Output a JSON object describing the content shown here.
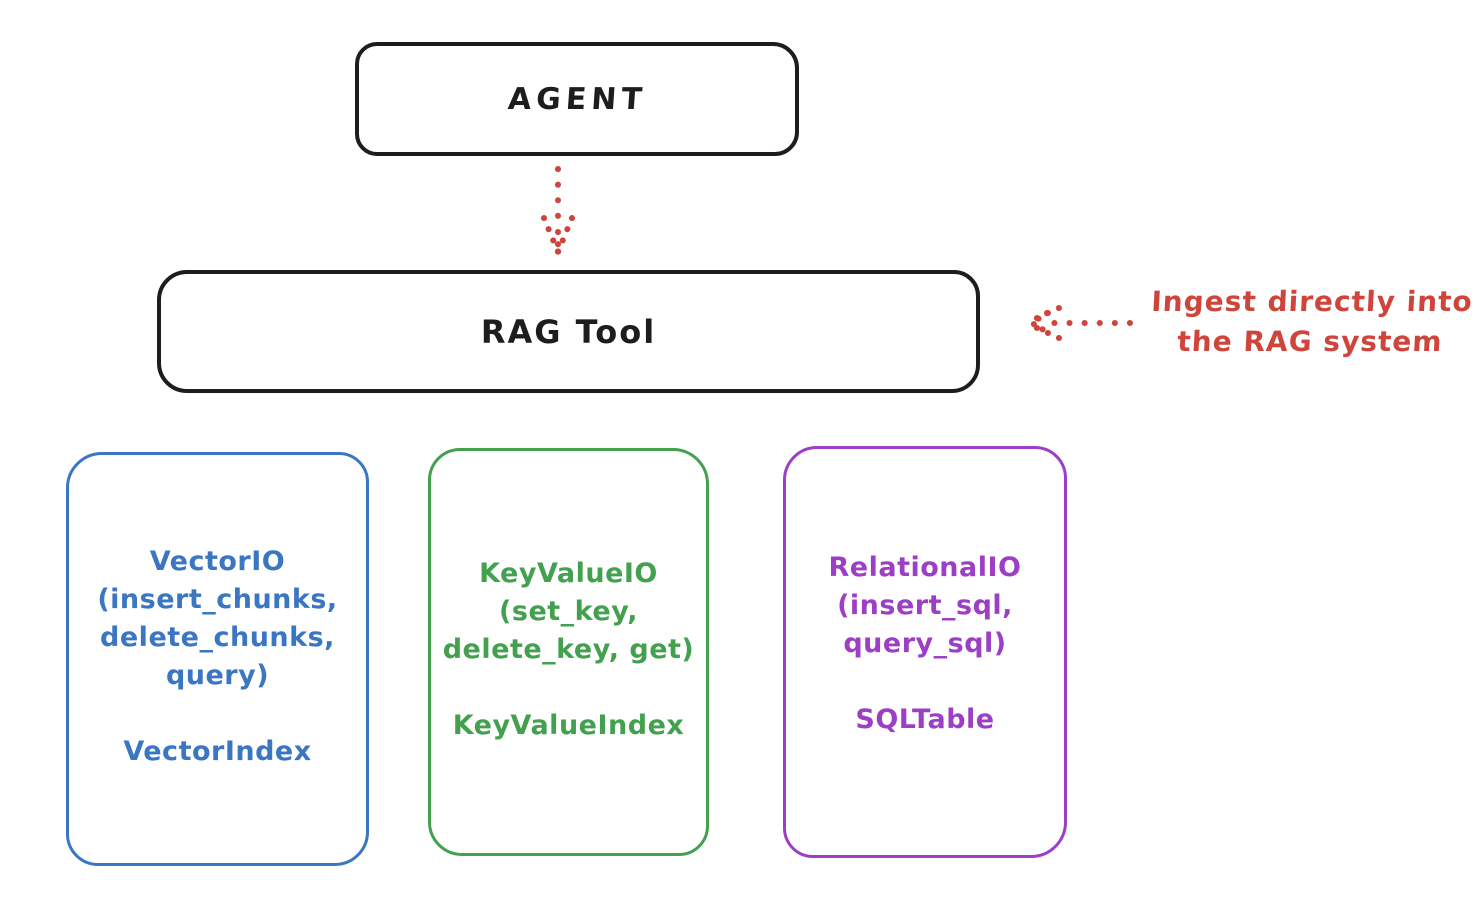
{
  "diagram": {
    "agent_box": {
      "label": "AGENT"
    },
    "rag_box": {
      "label": "RAG Tool"
    },
    "annotation": {
      "line1": "Ingest directly into",
      "line2": "the RAG system"
    },
    "io_boxes": [
      {
        "id": "vector-io",
        "color": "#3a76c2",
        "lines": [
          "VectorIO",
          "(insert_chunks,",
          "delete_chunks,",
          "query)"
        ],
        "index_label": "VectorIndex"
      },
      {
        "id": "keyvalue-io",
        "color": "#43a04f",
        "lines": [
          "KeyValueIO",
          "(set_key,",
          "delete_key, get)"
        ],
        "index_label": "KeyValueIndex"
      },
      {
        "id": "relational-io",
        "color": "#9c3fc6",
        "lines": [
          "RelationalIO",
          "(insert_sql,",
          "query_sql)"
        ],
        "index_label": "SQLTable"
      }
    ],
    "colors": {
      "stroke_black": "#1d1d1d",
      "arrow_red": "#cf453c",
      "blue": "#3a76c2",
      "green": "#43a04f",
      "purple": "#9c3fc6",
      "background": "#ffffff"
    }
  }
}
